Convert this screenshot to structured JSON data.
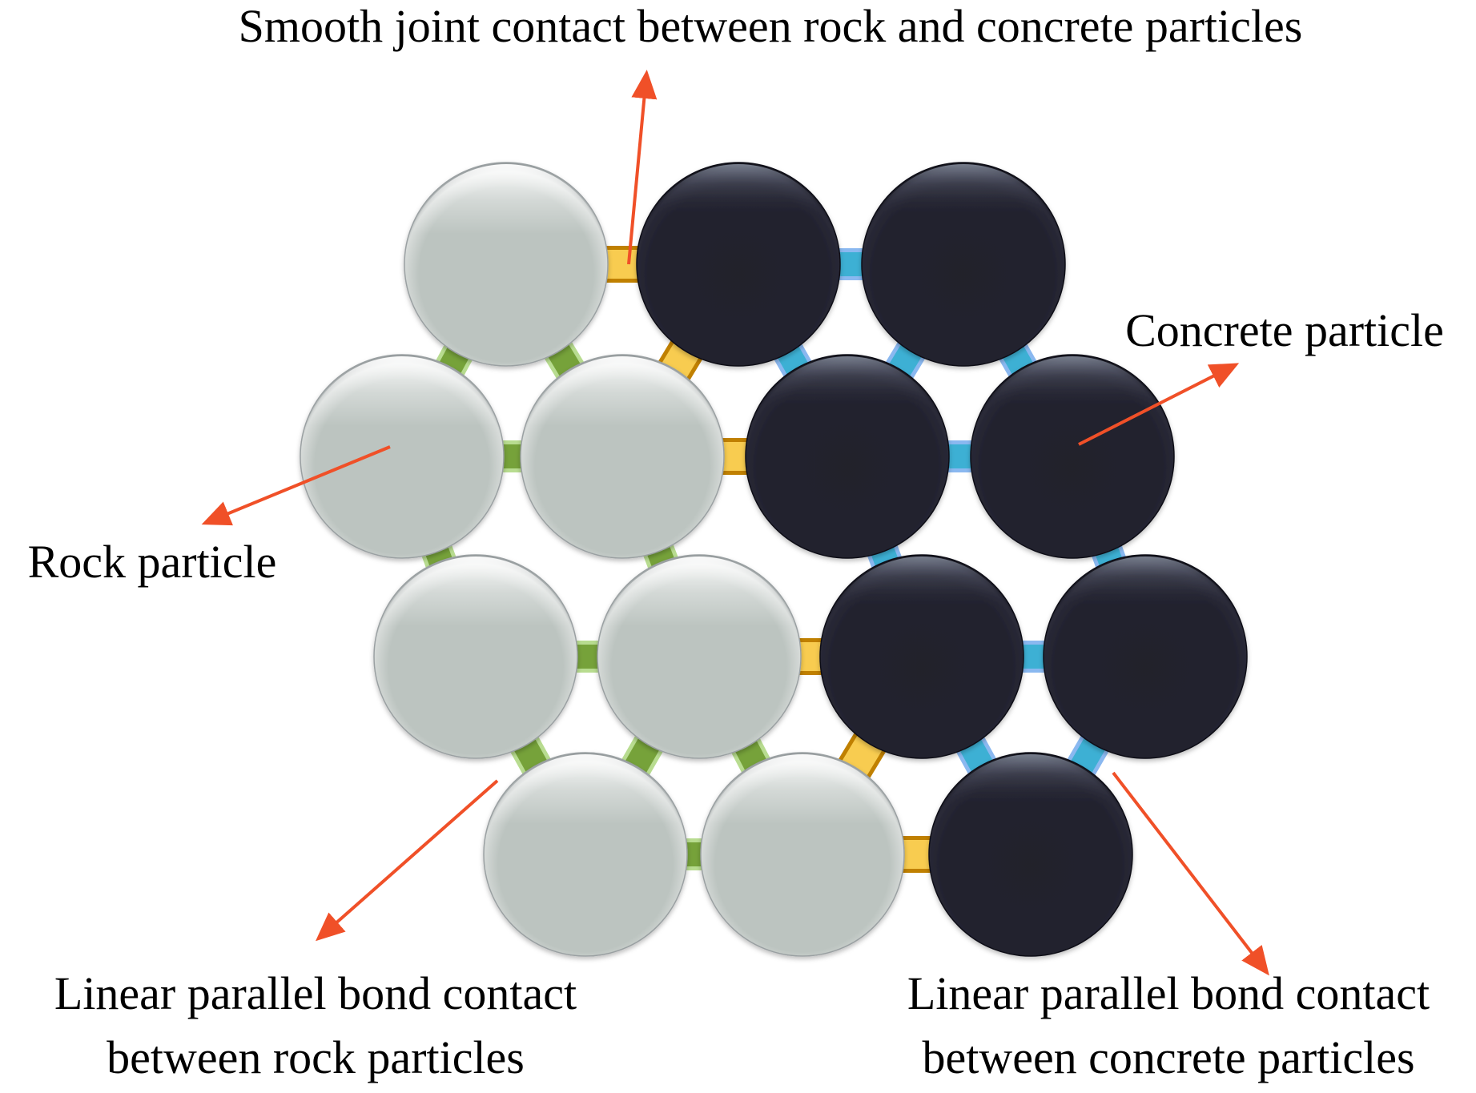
{
  "title": "Smooth joint contact between rock and concrete particles",
  "labels": {
    "smooth_joint": "Smooth joint contact between rock and concrete particles",
    "concrete_particle": "Concrete particle",
    "rock_particle": "Rock particle",
    "rock_bond_line1": "Linear parallel bond contact",
    "rock_bond_line2": "between rock particles",
    "concrete_bond_line1": "Linear parallel bond contact",
    "concrete_bond_line2": "between concrete particles"
  },
  "colors": {
    "rock_particle": "#bcc4c0",
    "concrete_particle": "#20202c",
    "smooth_joint": "#f8cc50",
    "smooth_joint_edge": "#c08000",
    "rock_bond": "#76a23a",
    "rock_bond_edge": "#b8dc90",
    "concrete_bond": "#3db0d4",
    "concrete_bond_edge": "#8ab8f0",
    "arrow": "#f05028"
  },
  "particles": [
    {
      "id": "r1",
      "type": "rock"
    },
    {
      "id": "r2",
      "type": "rock"
    },
    {
      "id": "r3",
      "type": "rock"
    },
    {
      "id": "r4",
      "type": "rock"
    },
    {
      "id": "r5",
      "type": "rock"
    },
    {
      "id": "r6",
      "type": "rock"
    },
    {
      "id": "r7",
      "type": "rock"
    },
    {
      "id": "c1",
      "type": "concrete"
    },
    {
      "id": "c2",
      "type": "concrete"
    },
    {
      "id": "c3",
      "type": "concrete"
    },
    {
      "id": "c4",
      "type": "concrete"
    },
    {
      "id": "c5",
      "type": "concrete"
    },
    {
      "id": "c6",
      "type": "concrete"
    },
    {
      "id": "c7",
      "type": "concrete"
    }
  ],
  "contacts": [
    {
      "a": "r1",
      "b": "c1",
      "type": "smooth_joint"
    },
    {
      "a": "r1",
      "b": "r2",
      "type": "rock_bond"
    },
    {
      "a": "r1",
      "b": "r3",
      "type": "rock_bond"
    },
    {
      "a": "r3",
      "b": "c1",
      "type": "smooth_joint"
    },
    {
      "a": "r2",
      "b": "r3",
      "type": "rock_bond"
    },
    {
      "a": "r3",
      "b": "c3",
      "type": "smooth_joint"
    },
    {
      "a": "c1",
      "b": "c2",
      "type": "concrete_bond"
    },
    {
      "a": "c1",
      "b": "c3",
      "type": "concrete_bond"
    },
    {
      "a": "c2",
      "b": "c3",
      "type": "concrete_bond"
    },
    {
      "a": "c2",
      "b": "c4",
      "type": "concrete_bond"
    },
    {
      "a": "c3",
      "b": "c4",
      "type": "concrete_bond"
    },
    {
      "a": "r2",
      "b": "r4",
      "type": "rock_bond"
    },
    {
      "a": "r3",
      "b": "r5",
      "type": "rock_bond"
    },
    {
      "a": "r4",
      "b": "r5",
      "type": "rock_bond"
    },
    {
      "a": "r5",
      "b": "c5",
      "type": "smooth_joint"
    },
    {
      "a": "c3",
      "b": "c5",
      "type": "concrete_bond"
    },
    {
      "a": "c4",
      "b": "c6",
      "type": "concrete_bond"
    },
    {
      "a": "c5",
      "b": "c6",
      "type": "concrete_bond"
    },
    {
      "a": "r4",
      "b": "r6",
      "type": "rock_bond"
    },
    {
      "a": "r5",
      "b": "r6",
      "type": "rock_bond"
    },
    {
      "a": "r5",
      "b": "r7",
      "type": "rock_bond"
    },
    {
      "a": "r6",
      "b": "r7",
      "type": "rock_bond"
    },
    {
      "a": "r7",
      "b": "c5",
      "type": "smooth_joint"
    },
    {
      "a": "r7",
      "b": "c7",
      "type": "smooth_joint"
    },
    {
      "a": "c5",
      "b": "c7",
      "type": "concrete_bond"
    },
    {
      "a": "c6",
      "b": "c7",
      "type": "concrete_bond"
    }
  ]
}
